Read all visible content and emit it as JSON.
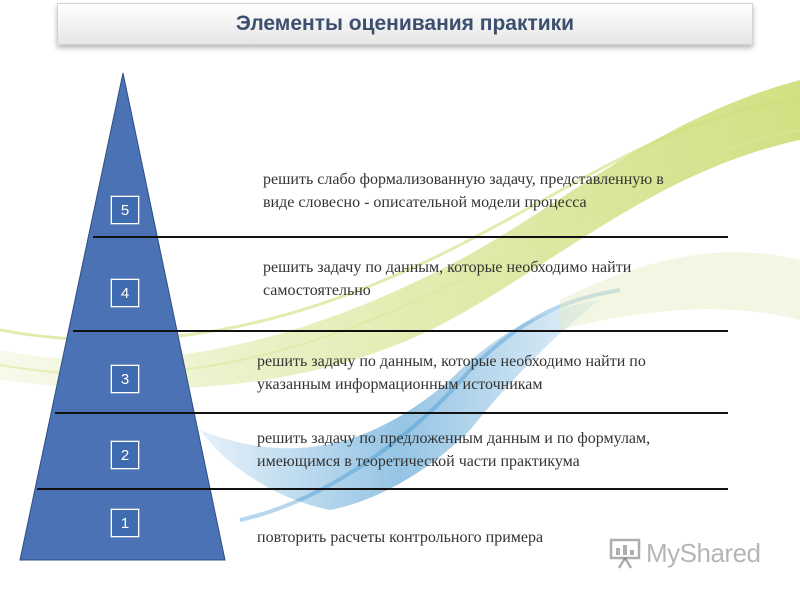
{
  "title": "Элементы оценивания практики",
  "levels": [
    {
      "number": "5",
      "text_line1": "решить слабо формализованную задачу, представленную в",
      "text_line2": "виде словесно - описательной модели процесса"
    },
    {
      "number": "4",
      "text_line1": "решить задачу по данным, которые необходимо найти",
      "text_line2": "самостоятельно"
    },
    {
      "number": "3",
      "text_line1": "решить задачу по данным, которые необходимо найти по",
      "text_line2": "указанным информационным источникам"
    },
    {
      "number": "2",
      "text_line1": "решить задачу по предложенным данным и по формулам,",
      "text_line2": "имеющимся в теоретической части практикума"
    },
    {
      "number": "1",
      "text_line1": "повторить расчеты контрольного примера",
      "text_line2": ""
    }
  ],
  "watermark": {
    "logo": "MyShared",
    "icon": "presentation-board-icon"
  },
  "colors": {
    "pyramid": "#4a72b4",
    "box": "#3f6bb0",
    "lines": "#111111",
    "swoosh_green": "#b5cf3a",
    "swoosh_blue": "#2f8ccb",
    "title": "#3d4f6e"
  }
}
